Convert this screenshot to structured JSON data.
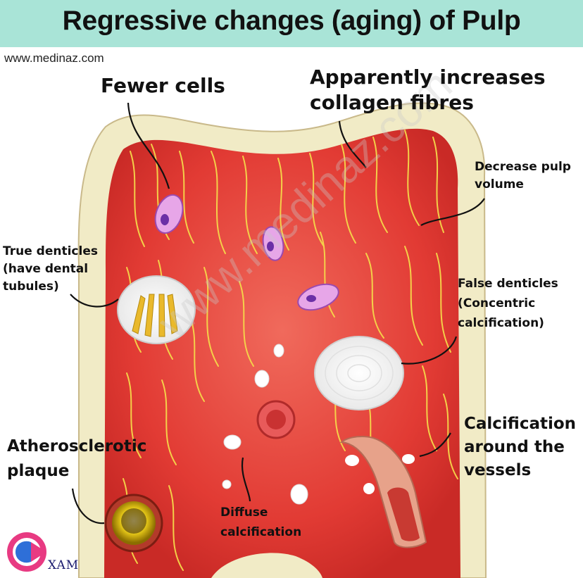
{
  "title": "Regressive changes (aging) of Pulp",
  "website": "www.medinaz.com",
  "watermark": "www.medinaz.com",
  "labels": {
    "fewer_cells": "Fewer cells",
    "collagen_line1": "Apparently increases",
    "collagen_line2": "collagen fibres",
    "pulp_volume_line1": "Decrease pulp",
    "pulp_volume_line2": "volume",
    "true_denticles_line1": "True denticles",
    "true_denticles_line2": "(have dental",
    "true_denticles_line3": "tubules)",
    "false_denticles_line1": "False denticles",
    "false_denticles_line2": "(Concentric",
    "false_denticles_line3": "calcification)",
    "vessels_line1": "Calcification",
    "vessels_line2": "around the",
    "vessels_line3": "vessels",
    "athero_line1": "Atherosclerotic",
    "athero_line2": "plaque",
    "diffuse_line1": "Diffuse",
    "diffuse_line2": "calcification"
  },
  "logo_text": "XAM",
  "colors": {
    "title_bg": "#a9e4d7",
    "dentin": "#f1ebc6",
    "pulp": "#e8403a",
    "fibre": "#f5d84a",
    "cell": "#e7a6e8",
    "nucleus": "#6b2fa6"
  }
}
